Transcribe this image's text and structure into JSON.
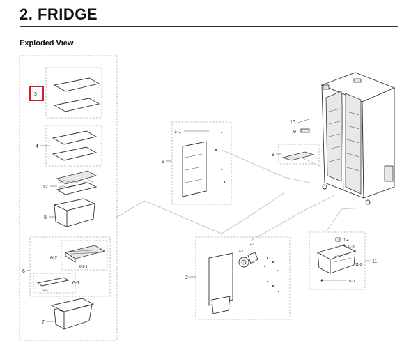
{
  "page": {
    "title": "2.  FRIDGE",
    "subtitle": "Exploded View"
  },
  "callouts": {
    "p3": "3",
    "p4": "4",
    "p12": "12",
    "p5": "5",
    "p6": "6",
    "p6_2": "6-2",
    "p6_2_1": "6-2-1",
    "p6_1": "6-1",
    "p6_1_1": "6-1-1",
    "p7": "7",
    "p1": "1",
    "p1_1": "1-1",
    "p2": "2",
    "p2_1": "2-1",
    "p2_2": "2-2",
    "p8": "8",
    "p9": "9",
    "p10": "10",
    "p11": "11",
    "p11_1": "11-1",
    "p11_2": "11-2",
    "p11_3": "11-3",
    "p11_4": "11-4"
  },
  "colors": {
    "highlight": "#d0202a",
    "dashed_box": "#aaaaaa",
    "line": "#333333"
  }
}
